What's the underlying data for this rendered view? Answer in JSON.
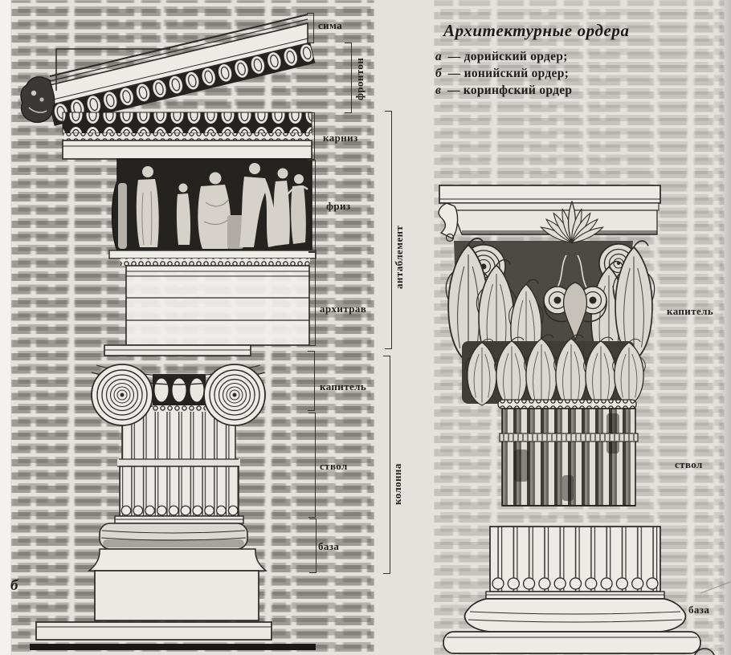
{
  "title": "Архитектурные ордера",
  "legend": [
    {
      "key": "а",
      "text": "— дорийский ордер;"
    },
    {
      "key": "б",
      "text": "— ионийский ордер;"
    },
    {
      "key": "в",
      "text": "— коринфский ордер"
    }
  ],
  "ionic_figure": {
    "marker": "б",
    "labels": {
      "sima": "сима",
      "fronton": "фронтон",
      "karniz": "карниз",
      "friz": "фриз",
      "antablement": "антаблемент",
      "arhitrav": "архитрав",
      "kapitel": "капитель",
      "stvol": "ствол",
      "baza": "база",
      "kolonna": "колонна"
    }
  },
  "corinthian_figure": {
    "labels": {
      "kapitel": "капитель",
      "stvol": "ствол",
      "baza": "база"
    }
  },
  "colors": {
    "paper": "#e4e2dd",
    "ink": "#23221f",
    "ghost_text": "#6f6c66"
  }
}
